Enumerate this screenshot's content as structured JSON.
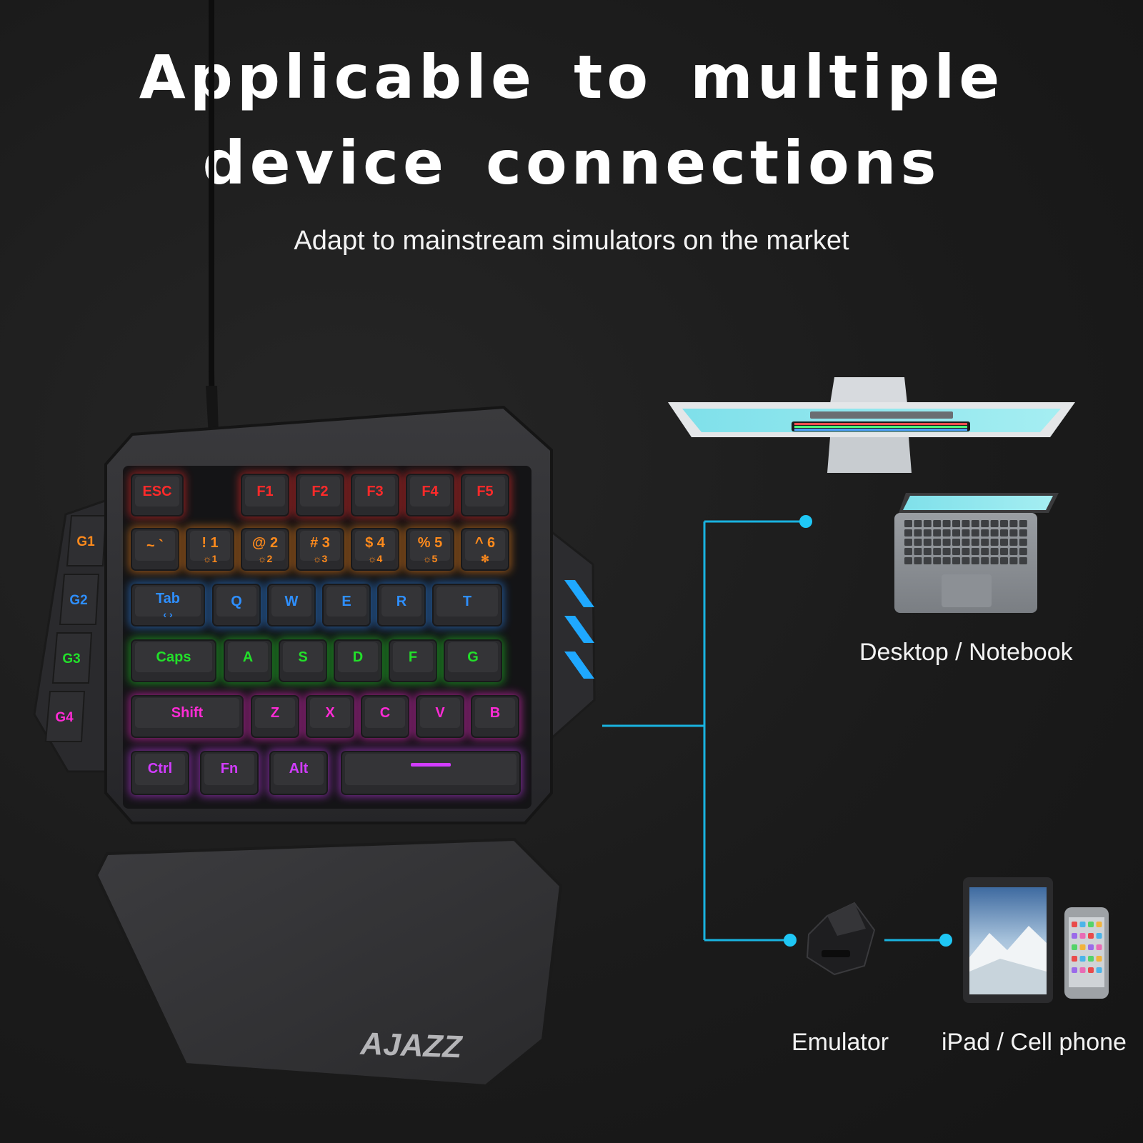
{
  "headline": {
    "line1": "Applicable to multiple",
    "line2": "device connections",
    "subtitle": "Adapt to mainstream simulators on the market"
  },
  "devices": {
    "desktop_label": "Desktop / Notebook",
    "emulator_label": "Emulator",
    "ipad_label": "iPad / Cell phone"
  },
  "keyboard": {
    "brand": "AJAZZ",
    "side_keys": [
      "G1",
      "G2",
      "G3",
      "G4"
    ],
    "row_fn": [
      "ESC",
      "F1",
      "F2",
      "F3",
      "F4",
      "F5"
    ],
    "row_num": [
      {
        "main": "~ `",
        "sub": ""
      },
      {
        "main": "! 1",
        "sub": "☼1"
      },
      {
        "main": "@ 2",
        "sub": "☼2"
      },
      {
        "main": "# 3",
        "sub": "☼3"
      },
      {
        "main": "$ 4",
        "sub": "☼4"
      },
      {
        "main": "% 5",
        "sub": "☼5"
      },
      {
        "main": "^ 6",
        "sub": "✻"
      }
    ],
    "row_tab": [
      "Tab",
      "Q",
      "W",
      "E",
      "R",
      "T"
    ],
    "row_caps": [
      "Caps",
      "A",
      "S",
      "D",
      "F",
      "G"
    ],
    "row_shift": [
      "Shift",
      "Z",
      "X",
      "C",
      "V",
      "B"
    ],
    "row_ctrl": [
      "Ctrl",
      "Fn",
      "Alt"
    ]
  },
  "colors": {
    "row_fn": "#ff2a2a",
    "row_num": "#ff8a1c",
    "row_tab": "#2e8fff",
    "row_caps": "#22e02a",
    "row_shift": "#ff2bd6",
    "row_ctrl": "#d23cff",
    "line": "#19b3e0",
    "dot": "#1fc7f5"
  }
}
